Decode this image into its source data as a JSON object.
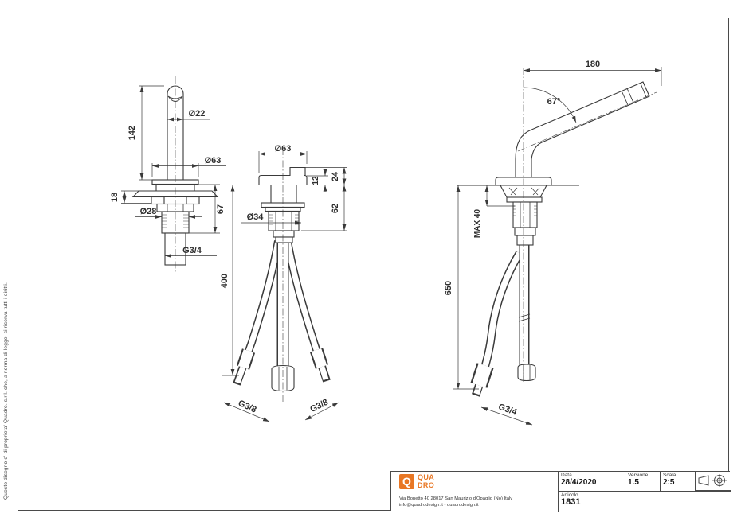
{
  "sheet": {
    "disclaimer": "Questo disegno e' di proprieta' Quadro. s.r.l. che, a norma di legge, si riserva tutti i diritti.",
    "line_color": "#3a3a3a",
    "accent_color": "#e87725"
  },
  "views": {
    "front": {
      "name": "front view",
      "dims": {
        "height": "142",
        "spout_d": "Ø22",
        "flange_d": "Ø63",
        "escutcheon_h": "18",
        "thread_d": "Ø28",
        "under_h": "67",
        "outlet": "G3/4"
      }
    },
    "side": {
      "name": "side view with supply hoses",
      "dims": {
        "flange_d": "Ø63",
        "block_h": "24",
        "flange_h": "12",
        "under_h": "62",
        "body_d": "Ø34",
        "hose_len": "400",
        "hose_left": "G3/8",
        "hose_right": "G3/8"
      }
    },
    "profile": {
      "name": "profile view with spout",
      "dims": {
        "reach": "180",
        "angle": "67°",
        "max_panel": "MAX 40",
        "hose_len": "650",
        "hose": "G3/4"
      }
    }
  },
  "title_block": {
    "logo": {
      "letter": "Q",
      "line1": "QUA",
      "line2": "DRO"
    },
    "address_line1": "Via Bonetto 40  28017 San Maurizio d'Opaglio (No) Italy",
    "address_line2": "info@quadrodesign.it  -  quadrodesign.it",
    "fields": [
      {
        "label": "Data",
        "value": "28/4/2020"
      },
      {
        "label": "Versione",
        "value": "1.5"
      },
      {
        "label": "Scala",
        "value": "2:5"
      }
    ],
    "article": {
      "label": "Articolo",
      "value": "1831"
    }
  }
}
